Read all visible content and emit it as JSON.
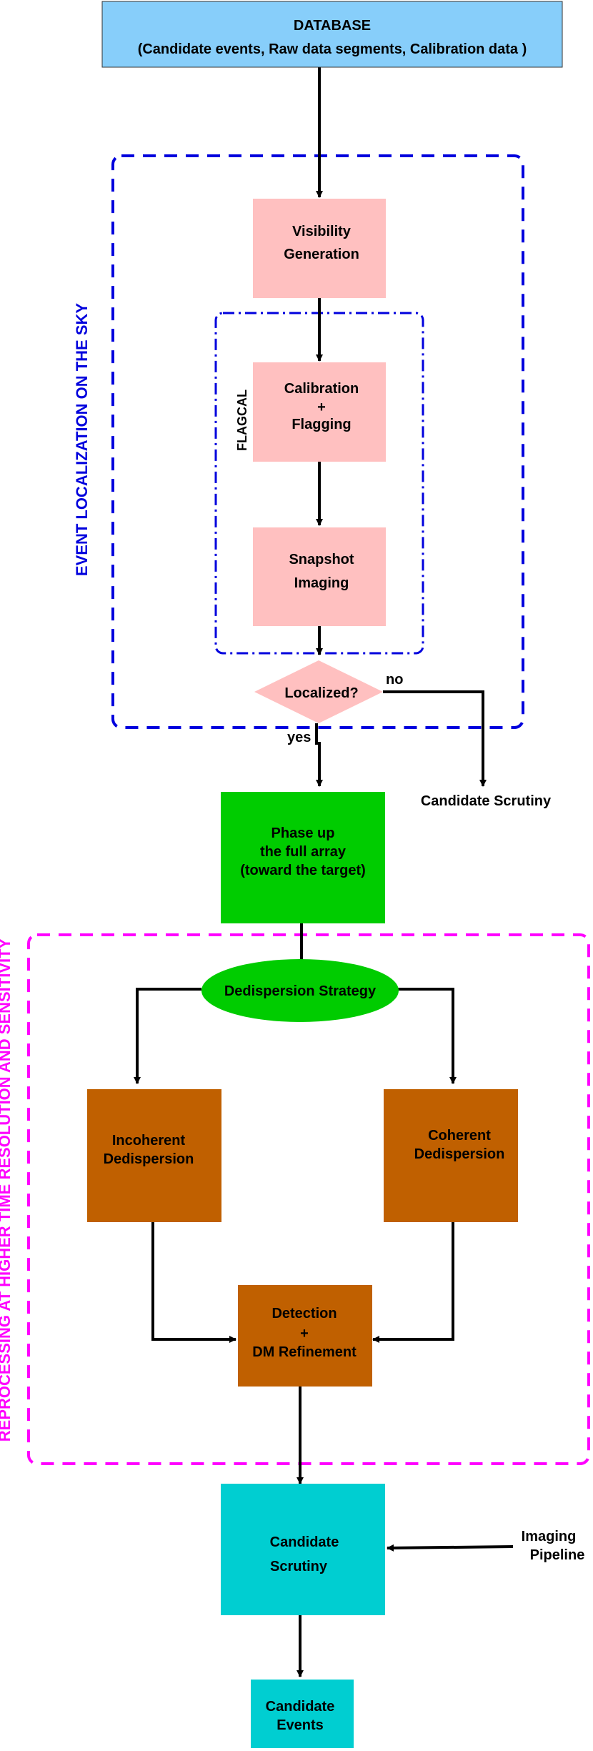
{
  "colors": {
    "database": "#87CEFA",
    "pink": "#FFC0C0",
    "green": "#00CC00",
    "orange": "#C06000",
    "cyan": "#00CED1",
    "blue_dash": "#0000DD",
    "magenta_dash": "#FF00FF",
    "arrow": "#000000"
  },
  "nodes": {
    "database": {
      "line1": "DATABASE",
      "line2": "(Candidate events, Raw data segments, Calibration data )"
    },
    "visibility": {
      "line1": "Visibility",
      "line2": "Generation"
    },
    "calibration": {
      "line1": "Calibration",
      "line2": "+",
      "line3": "Flagging"
    },
    "snapshot": {
      "line1": "Snapshot",
      "line2": "Imaging"
    },
    "localized": {
      "label": "Localized?"
    },
    "candidate_scrutiny_text": {
      "label": "Candidate Scrutiny"
    },
    "phase": {
      "line1": "Phase up",
      "line2": "the full array",
      "line3": "(toward the target)"
    },
    "dedisp_strategy": {
      "label": "Dedispersion Strategy"
    },
    "incoherent": {
      "line1": "Incoherent",
      "line2": "Dedispersion"
    },
    "coherent": {
      "line1": "Coherent",
      "line2": "Dedispersion"
    },
    "detection": {
      "line1": "Detection",
      "line2": "+",
      "line3": "DM Refinement"
    },
    "candidate_scrutiny": {
      "line1": "Candidate",
      "line2": "Scrutiny"
    },
    "imaging_pipeline": {
      "line1": "Imaging",
      "line2": "Pipeline"
    },
    "candidate_events": {
      "line1": "Candidate",
      "line2": "Events"
    }
  },
  "groups": {
    "event_localization": "EVENT LOCALIZATION ON THE SKY",
    "flagcal": "FLAGCAL",
    "reprocessing": "REPROCESSING AT HIGHER TIME RESOLUTION AND SENSITIVITY"
  },
  "edge_labels": {
    "no": "no",
    "yes": "yes"
  }
}
